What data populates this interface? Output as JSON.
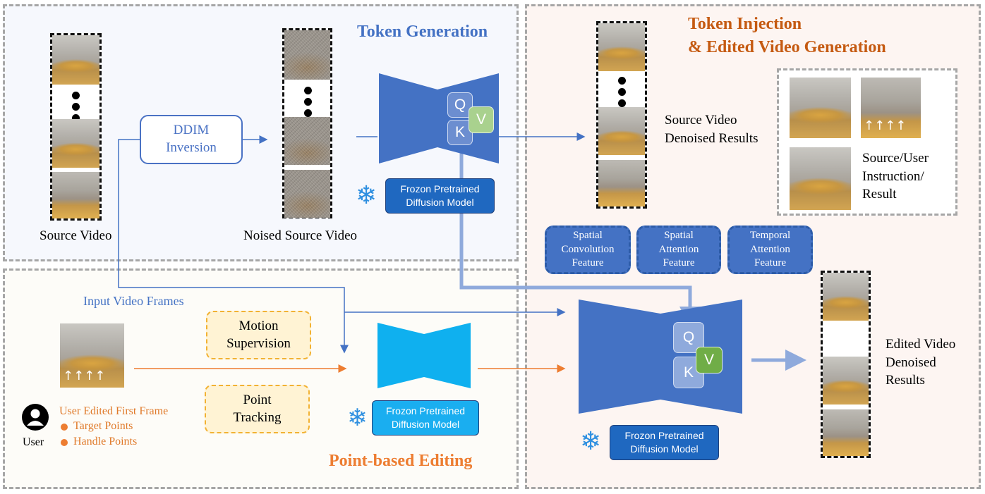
{
  "titles": {
    "token_generation": "Token Generation",
    "token_injection_line1": "Token Injection",
    "token_injection_line2": "& Edited Video Generation",
    "point_based_editing": "Point-based Editing"
  },
  "labels": {
    "source_video": "Source Video",
    "noised_source_video": "Noised Source Video",
    "ddim_inversion_line1": "DDIM",
    "ddim_inversion_line2": "Inversion",
    "source_denoised_line1": "Source Video",
    "source_denoised_line2": "Denoised Results",
    "source_user_line1": "Source/User",
    "source_user_line2": "Instruction/",
    "source_user_line3": "Result",
    "input_video_frames": "Input Video Frames",
    "motion_supervision_line1": "Motion",
    "motion_supervision_line2": "Supervision",
    "point_tracking_line1": "Point",
    "point_tracking_line2": "Tracking",
    "user": "User",
    "user_edited_first_frame": "User Edited First Frame",
    "target_points": "Target Points",
    "handle_points": "Handle Points",
    "edited_video_line1": "Edited Video",
    "edited_video_line2": "Denoised",
    "edited_video_line3": "Results"
  },
  "features": [
    {
      "line1": "Spatial",
      "line2": "Convolution",
      "line3": "Feature"
    },
    {
      "line1": "Spatial",
      "line2": "Attention",
      "line3": "Feature"
    },
    {
      "line1": "Temporal",
      "line2": "Attention",
      "line3": "Feature"
    }
  ],
  "models": {
    "line1": "Frozon Pretrained",
    "line2": "Diffusion Model"
  },
  "qkv": {
    "q": "Q",
    "k": "K",
    "v": "V"
  },
  "colors": {
    "blue_title": "#4472c4",
    "orange_title": "#c55a11",
    "orange_text": "#ed7d31",
    "model_dark_blue": "#1f68c0",
    "model_cyan": "#1aaef0",
    "arrow_blue": "#8faadc",
    "snowflake": "#2e8fe0"
  },
  "icons": [
    "snowflake-icon",
    "user-icon",
    "up-arrows-icon"
  ]
}
